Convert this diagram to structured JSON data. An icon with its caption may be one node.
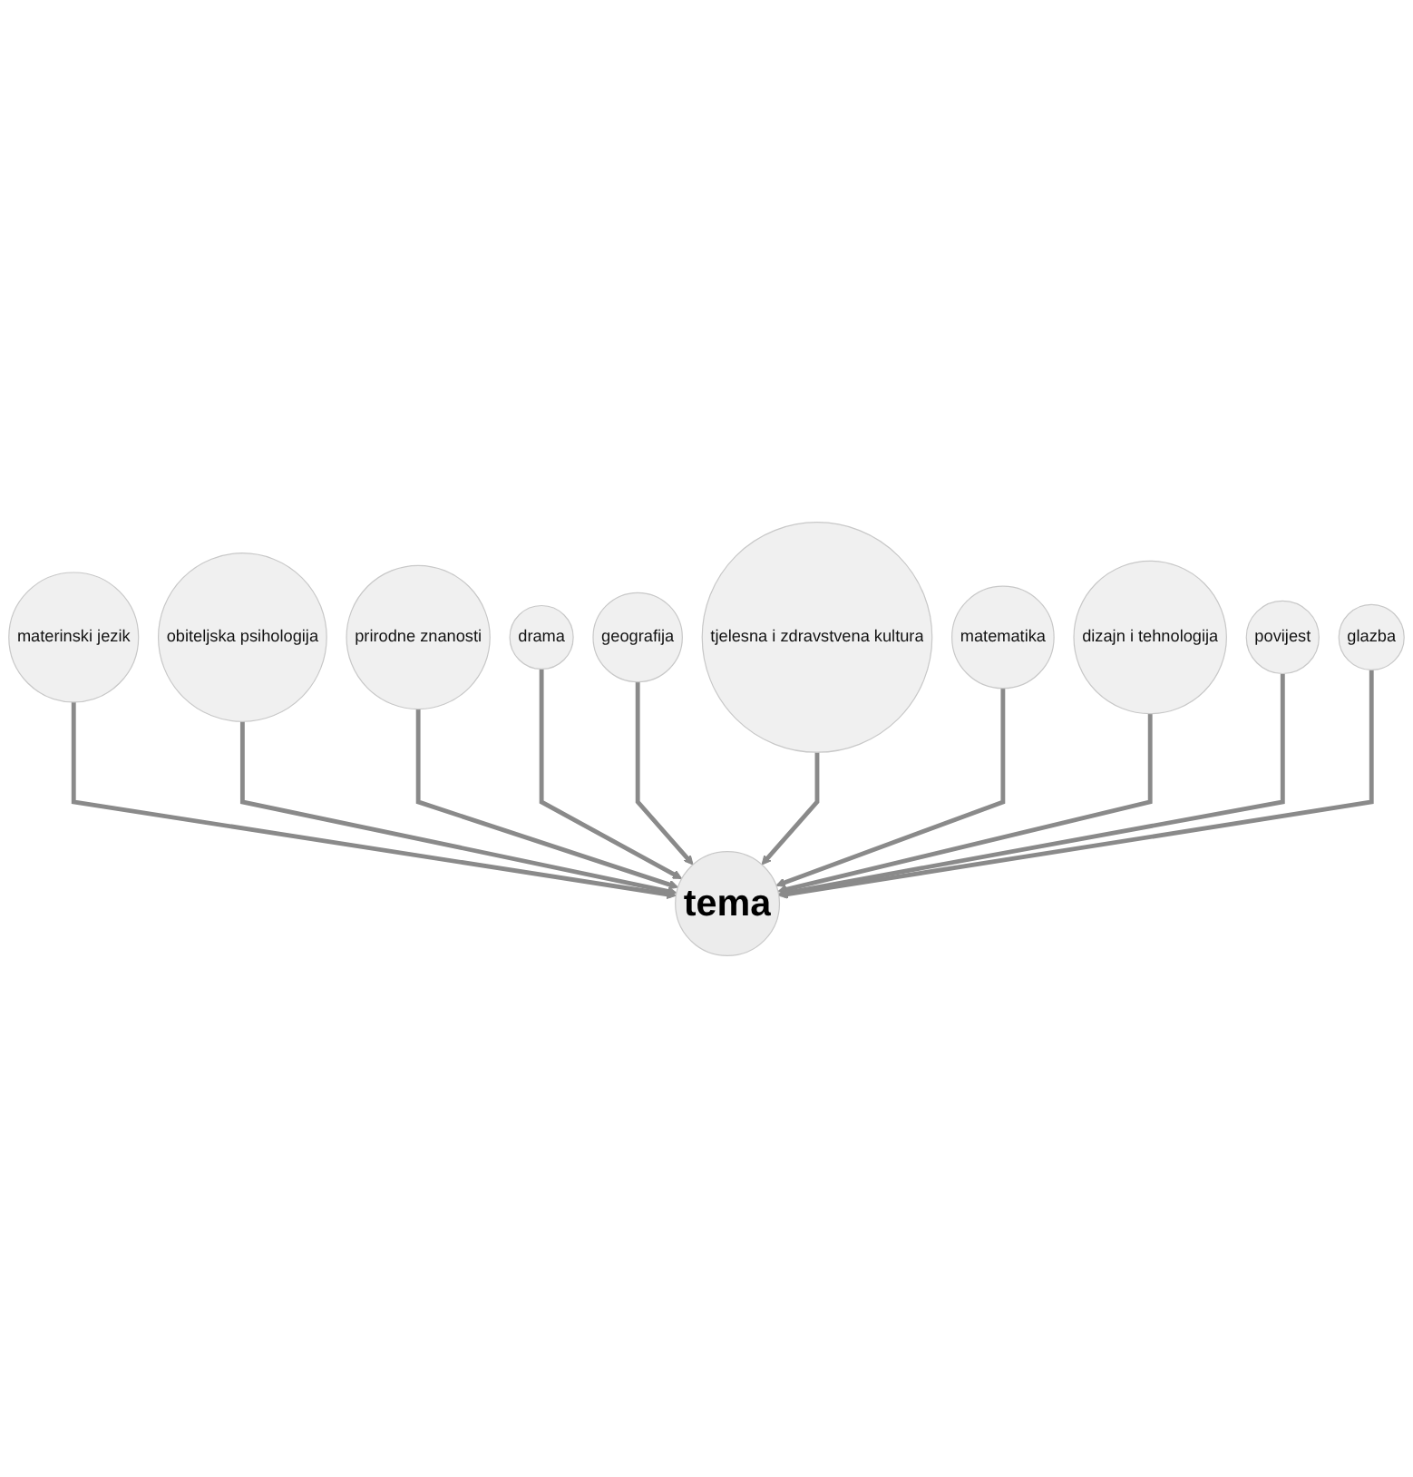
{
  "diagram": {
    "nodes": [
      {
        "text": [
          "tema"
        ]
      },
      {
        "text": [
          "materinski jezik"
        ]
      },
      {
        "text": [
          "obiteljska psihologija"
        ]
      },
      {
        "text": [
          "prirodne znanosti"
        ]
      },
      {
        "text": [
          "drama"
        ]
      },
      {
        "text": [
          "geografija"
        ]
      },
      {
        "text": [
          "tjelesna i zdravstvena kultura"
        ]
      },
      {
        "text": [
          "matematika"
        ]
      },
      {
        "text": [
          "dizajn i tehnologija"
        ]
      },
      {
        "text": [
          "povijest"
        ]
      },
      {
        "text": [
          "glazba"
        ]
      }
    ],
    "edges": [
      {
        "from": 1,
        "to": 0,
        "arrow": "to"
      },
      {
        "from": 2,
        "to": 0,
        "arrow": "to"
      },
      {
        "from": 3,
        "to": 0,
        "arrow": "to"
      },
      {
        "from": 4,
        "to": 0,
        "arrow": "to"
      },
      {
        "from": 5,
        "to": 0,
        "arrow": "to"
      },
      {
        "from": 6,
        "to": 0,
        "arrow": "to"
      },
      {
        "from": 7,
        "to": 0,
        "arrow": "to"
      },
      {
        "from": 8,
        "to": 0,
        "arrow": "to"
      },
      {
        "from": 9,
        "to": 0,
        "arrow": "to"
      },
      {
        "from": 10,
        "to": 0,
        "arrow": "to"
      }
    ]
  }
}
